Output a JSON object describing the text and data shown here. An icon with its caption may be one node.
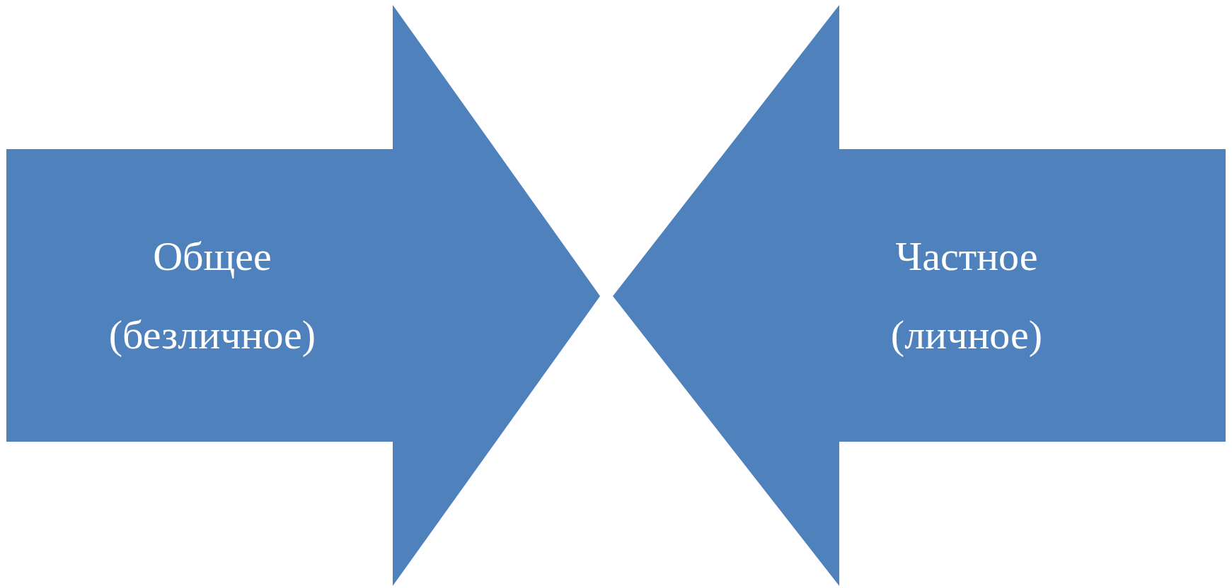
{
  "diagram": {
    "nodes": [
      {
        "text": [
          "Общее",
          "(безличное)"
        ]
      },
      {
        "text": [
          "Частное",
          "(личное)"
        ]
      }
    ]
  }
}
